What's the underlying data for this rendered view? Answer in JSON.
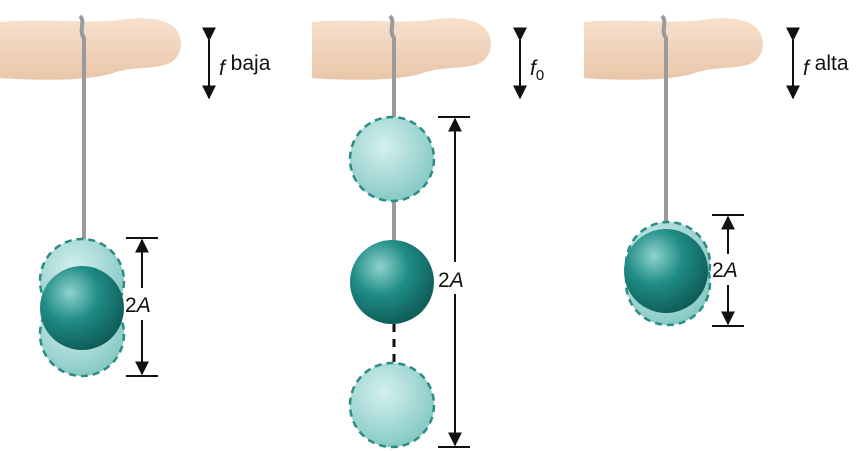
{
  "panels": [
    {
      "id": "low",
      "freq_symbol": "f",
      "freq_subscript": "",
      "freq_word": " baja",
      "amp_coef": "2",
      "amp_var": "A"
    },
    {
      "id": "resonant",
      "freq_symbol": "f",
      "freq_subscript": "0",
      "freq_word": "",
      "amp_coef": "2",
      "amp_var": "A"
    },
    {
      "id": "high",
      "freq_symbol": "f",
      "freq_subscript": "",
      "freq_word": " alta",
      "amp_coef": "2",
      "amp_var": "A"
    }
  ],
  "colors": {
    "skin": "#f4d9c2",
    "skin_shadow": "#e2bda2",
    "ball": "#1f8c85",
    "ball_dark": "#0f5e59",
    "ghost": "#8fcfcb",
    "ghost_outline": "#2b8c84",
    "string": "#9a9a9a"
  }
}
